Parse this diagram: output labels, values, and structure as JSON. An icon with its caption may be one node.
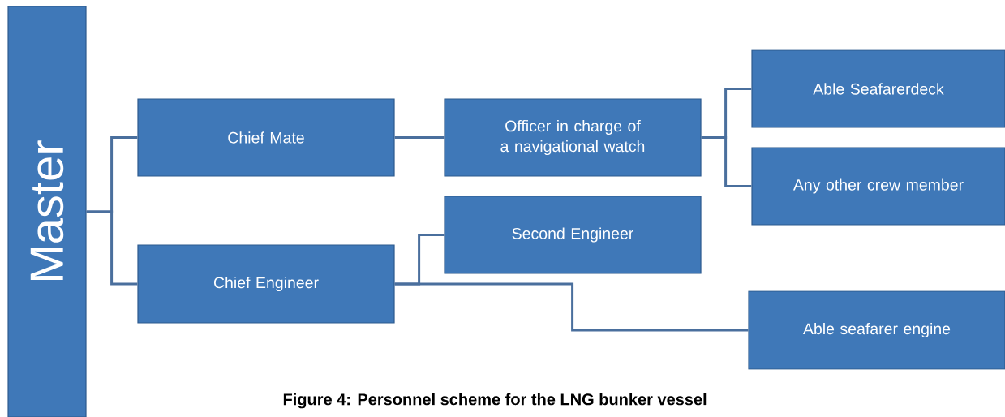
{
  "diagram": {
    "caption": "Figure 4: Personnel scheme for the LNG bunker vessel",
    "nodes": [
      {
        "text": [
          "Master"
        ]
      },
      {
        "text": [
          "Chief Mate"
        ]
      },
      {
        "text": [
          "Chief Engineer"
        ]
      },
      {
        "text": [
          "Officer in charge of a navigational watch"
        ]
      },
      {
        "text": [
          "Second Engineer"
        ]
      },
      {
        "text": [
          "Able Seafarerdeck"
        ]
      },
      {
        "text": [
          "Any other crew member"
        ]
      },
      {
        "text": [
          "Able seafarer engine"
        ]
      }
    ],
    "edges": [
      {
        "from": 0,
        "to": 1,
        "arrow": "none"
      },
      {
        "from": 0,
        "to": 2,
        "arrow": "none"
      },
      {
        "from": 1,
        "to": 3,
        "arrow": "none"
      },
      {
        "from": 3,
        "to": 5,
        "arrow": "none"
      },
      {
        "from": 3,
        "to": 6,
        "arrow": "none"
      },
      {
        "from": 2,
        "to": 4,
        "arrow": "none"
      },
      {
        "from": 2,
        "to": 7,
        "arrow": "none"
      }
    ]
  }
}
